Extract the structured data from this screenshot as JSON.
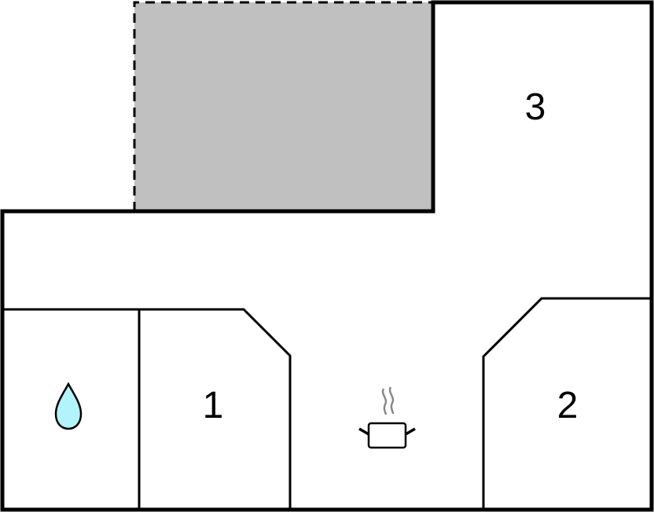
{
  "diagram": {
    "type": "floor-plan",
    "colors": {
      "wall": "#000000",
      "terrace_fill": "#c0c0c0",
      "background": "#ffffff",
      "water_fill": "#b3f3fb",
      "steam": "#888888"
    },
    "rooms": [
      {
        "id": "room-1",
        "label": "1"
      },
      {
        "id": "room-2",
        "label": "2"
      },
      {
        "id": "room-3",
        "label": "3"
      }
    ],
    "icons": [
      {
        "name": "water-drop-icon",
        "meaning": "bathroom"
      },
      {
        "name": "cooking-pot-icon",
        "meaning": "kitchen"
      }
    ],
    "terrace": {
      "name": "terrace-area",
      "style": "dashed-outline-gray"
    }
  }
}
